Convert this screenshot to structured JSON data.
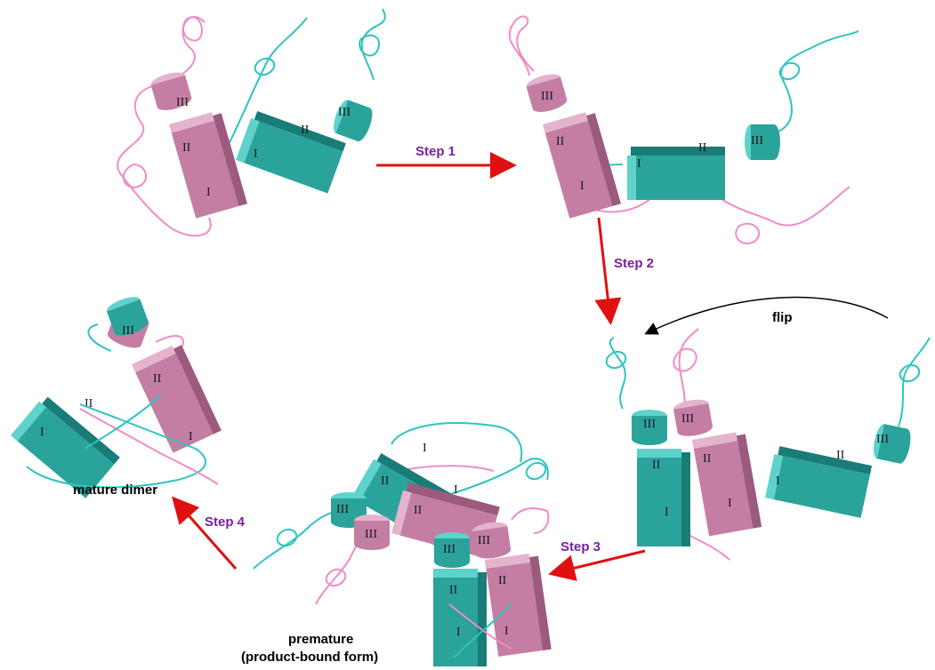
{
  "colors": {
    "teal_face": "#2aa39b",
    "teal_top": "#5ed2cb",
    "teal_side": "#1a7c76",
    "pink_face": "#c47ea3",
    "pink_top": "#e4b4cc",
    "pink_side": "#9b5a7e",
    "teal_line": "#2ec4c0",
    "pink_line": "#f08cc8",
    "arrow": "#e01010",
    "step_text": "#7a1fa0"
  },
  "labels": {
    "step1": "Step 1",
    "step2": "Step 2",
    "step3": "Step 3",
    "step4": "Step 4",
    "flip": "flip",
    "mature": "mature dimer",
    "premature_1": "premature",
    "premature_2": "(product-bound form)"
  },
  "domains": {
    "d1": "I",
    "d2": "II",
    "d3": "III"
  }
}
